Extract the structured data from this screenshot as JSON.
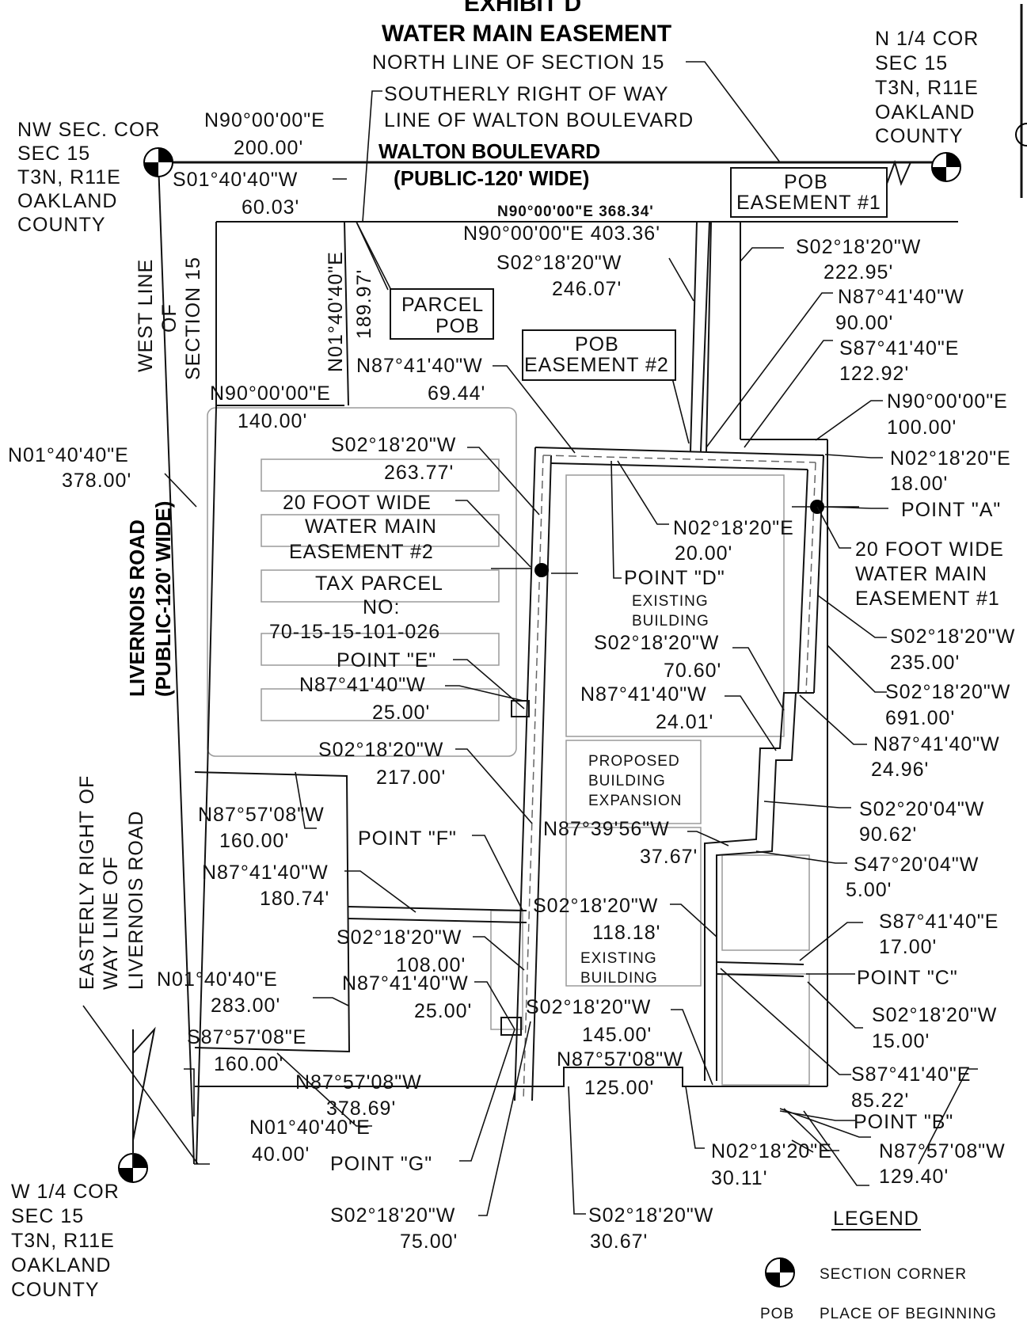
{
  "title": {
    "exhibit": "EXHIBIT D",
    "name": "WATER MAIN EASEMENT"
  },
  "corners": {
    "nw": [
      "NW SEC. COR",
      "SEC 15",
      "T3N, R11E",
      "OAKLAND",
      "COUNTY"
    ],
    "n_quarter": [
      "N 1/4 COR",
      "SEC 15",
      "T3N, R11E",
      "OAKLAND",
      "COUNTY"
    ],
    "w_quarter": [
      "W 1/4 COR",
      "SEC 15",
      "T3N, R11E",
      "OAKLAND",
      "COUNTY"
    ]
  },
  "roads": {
    "walton_name": "WALTON BOULEVARD",
    "walton_width": "(PUBLIC-120' WIDE)",
    "livernois_name": "LIVERNOIS ROAD",
    "livernois_width": "(PUBLIC-120' WIDE)"
  },
  "notes": {
    "north_line": "NORTH LINE OF SECTION 15",
    "southerly_row": [
      "SOUTHERLY RIGHT OF WAY",
      "LINE OF WALTON BOULEVARD"
    ],
    "west_line": [
      "WEST LINE",
      "OF",
      "SECTION 15"
    ],
    "easterly_row": [
      "EASTERLY RIGHT OF",
      "WAY LINE OF",
      "LIVERNOIS ROAD"
    ]
  },
  "boxes": {
    "parcel_pob": [
      "PARCEL",
      "POB"
    ],
    "pob_easement_1": [
      "POB",
      "EASEMENT #1"
    ],
    "pob_easement_2": [
      "POB",
      "EASEMENT #2"
    ]
  },
  "bearings": {
    "b01": [
      "N90°00'00\"E",
      "200.00'"
    ],
    "b02": [
      "S01°40'40\"W",
      "60.03'"
    ],
    "b03": "N90°00'00\"E  368.34'",
    "b04": "N90°00'00\"E  403.36'",
    "b05": [
      "S02°18'20\"W",
      "246.07'"
    ],
    "b06": [
      "S02°18'20\"W",
      "222.95'"
    ],
    "b07": [
      "N87°41'40\"W",
      "90.00'"
    ],
    "b08": [
      "S87°41'40\"E",
      "122.92'"
    ],
    "b09": [
      "N90°00'00\"E",
      "100.00'"
    ],
    "b10": [
      "N02°18'20\"E",
      "18.00'"
    ],
    "b11": [
      "N01°40'40\"E",
      "189.97'"
    ],
    "b12": [
      "N87°41'40\"W",
      "69.44'"
    ],
    "b13": [
      "N90°00'00\"E",
      "140.00'"
    ],
    "b14": [
      "N01°40'40\"E",
      "378.00'"
    ],
    "b15": [
      "S02°18'20\"W",
      "263.77'"
    ],
    "b16": [
      "N02°18'20\"E",
      "20.00'"
    ],
    "b17": [
      "S02°18'20\"W",
      "235.00'"
    ],
    "b18": [
      "S02°18'20\"W",
      "691.00'"
    ],
    "b19": [
      "S02°18'20\"W",
      "70.60'"
    ],
    "b20": [
      "N87°41'40\"W",
      "24.01'"
    ],
    "b21": [
      "N87°41'40\"W",
      "24.96'"
    ],
    "b22": [
      "N87°41'40\"W",
      "25.00'"
    ],
    "b23": [
      "S02°18'20\"W",
      "217.00'"
    ],
    "b24": [
      "S02°20'04\"W",
      "90.62'"
    ],
    "b25": [
      "N87°57'08\"W",
      "160.00'"
    ],
    "b26": [
      "N87°39'56\"W",
      "37.67'"
    ],
    "b27": [
      "S47°20'04\"W",
      "5.00'"
    ],
    "b28": [
      "N87°41'40\"W",
      "180.74'"
    ],
    "b29": [
      "S02°18'20\"W",
      "118.18'"
    ],
    "b30": [
      "S87°41'40\"E",
      "17.00'"
    ],
    "b31": [
      "S02°18'20\"W",
      "108.00'"
    ],
    "b32": [
      "N87°41'40\"W",
      "25.00'"
    ],
    "b33": [
      "N01°40'40\"E",
      "283.00'"
    ],
    "b34": [
      "S02°18'20\"W",
      "15.00'"
    ],
    "b35": [
      "S02°18'20\"W",
      "145.00'"
    ],
    "b36": [
      "S87°57'08\"E",
      "160.00'"
    ],
    "b37": [
      "N87°57'08\"W",
      "125.00'"
    ],
    "b38": [
      "S87°41'40\"E",
      "85.22'"
    ],
    "b39": [
      "N87°57'08\"W",
      "378.69'"
    ],
    "b40": [
      "N01°40'40\"E",
      "40.00'"
    ],
    "b41": [
      "N02°18'20\"E",
      "30.11'"
    ],
    "b42": [
      "N87°57'08\"W",
      "129.40'"
    ],
    "b43": [
      "S02°18'20\"W",
      "75.00'"
    ],
    "b44": [
      "S02°18'20\"W",
      "30.67'"
    ]
  },
  "points": {
    "a": "POINT \"A\"",
    "b": "POINT \"B\"",
    "c": "POINT \"C\"",
    "d": "POINT \"D\"",
    "e": "POINT \"E\"",
    "f": "POINT \"F\"",
    "g": "POINT \"G\""
  },
  "easements": {
    "e1": [
      "20 FOOT WIDE",
      "WATER MAIN",
      "EASEMENT #1"
    ],
    "e2": [
      "20 FOOT WIDE",
      "WATER MAIN",
      "EASEMENT #2"
    ]
  },
  "tax_parcel": [
    "TAX PARCEL",
    "NO:",
    "70-15-15-101-026"
  ],
  "buildings": {
    "existing_upper": [
      "EXISTING",
      "BUILDING"
    ],
    "proposed": [
      "PROPOSED",
      "BUILDING",
      "EXPANSION"
    ],
    "existing_lower": [
      "EXISTING",
      "BUILDING"
    ]
  },
  "legend": {
    "heading": "LEGEND",
    "section_corner": "SECTION CORNER",
    "pob_abbr": "POB",
    "pob_meaning": "PLACE OF BEGINNING"
  }
}
